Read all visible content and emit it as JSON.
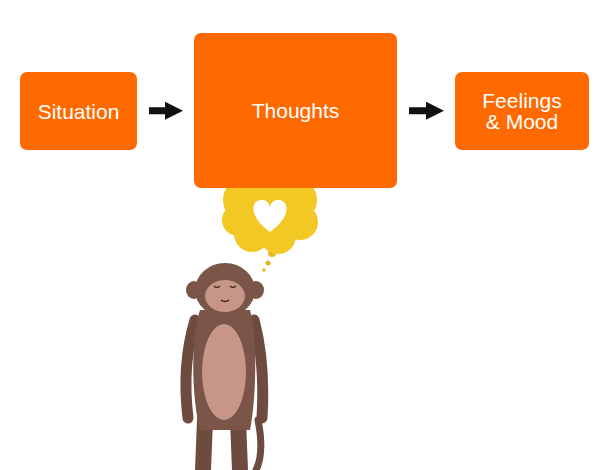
{
  "diagram": {
    "nodes": [
      {
        "text": [
          "Situation"
        ]
      },
      {
        "text": [
          "Thoughts"
        ]
      },
      {
        "text": [
          "Feelings & Mood"
        ]
      }
    ],
    "edges": [
      {
        "from": 0,
        "to": 1,
        "arrow": "to"
      },
      {
        "from": 1,
        "to": 2,
        "arrow": "to"
      }
    ]
  }
}
